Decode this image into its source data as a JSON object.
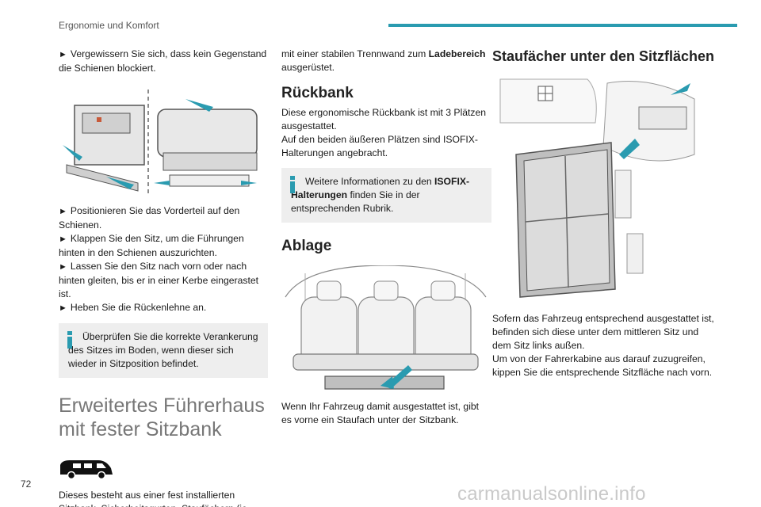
{
  "header": {
    "title": "Ergonomie und Komfort"
  },
  "page_number": "72",
  "watermark": "carmanualsonline.info",
  "col1": {
    "p1": "Vergewissern Sie sich, dass kein Gegenstand die Schienen blockiert.",
    "bullets": [
      "Positionieren Sie das Vorderteil auf den Schienen.",
      "Klappen Sie den Sitz, um die Führungen hinten in den Schienen auszurichten.",
      "Lassen Sie den Sitz nach vorn oder nach hinten gleiten, bis er in einer Kerbe eingerastet ist.",
      "Heben Sie die Rückenlehne an."
    ],
    "info": "Überprüfen Sie die korrekte Verankerung des Sitzes im Boden, wenn dieser sich wieder in Sitzposition befindet.",
    "heading": "Erweitertes Führerhaus mit fester Sitzbank",
    "body": "Dieses besteht aus einer fest installierten Sitzbank, Sicherheitsgurten, Staufächern (je nach Ausstattung) und Seitenfenstern. Es ist"
  },
  "col2": {
    "p_start": "mit einer stabilen Trennwand zum ",
    "p_bold": "Ladebereich",
    "p_end": " ausgerüstet.",
    "h_rueckbank": "Rückbank",
    "rueckbank_1": "Diese ergonomische Rückbank ist mit 3 Plätzen ausgestattet.",
    "rueckbank_2": "Auf den beiden äußeren Plätzen sind ISOFIX-Halterungen angebracht.",
    "info_start": "Weitere Informationen zu den ",
    "info_bold": "ISOFIX-Halterungen",
    "info_end": " finden Sie in der entsprechenden Rubrik.",
    "h_ablage": "Ablage",
    "ablage_text": "Wenn Ihr Fahrzeug damit ausgestattet ist, gibt es vorne ein Staufach unter der Sitzbank."
  },
  "col3": {
    "heading": "Staufächer unter den Sitzflächen",
    "p1": "Sofern das Fahrzeug entsprechend ausgestattet ist, befinden sich diese unter dem mittleren Sitz und dem Sitz links außen.",
    "p2": "Um von der Fahrerkabine aus darauf zuzugreifen, kippen Sie die entsprechende Sitzfläche nach vorn."
  },
  "colors": {
    "accent": "#2a9bb0",
    "info_bg": "#eeeeee"
  },
  "icons": {
    "bullet": "triangle-arrow-icon",
    "info": "info-icon",
    "van": "van-icon"
  }
}
